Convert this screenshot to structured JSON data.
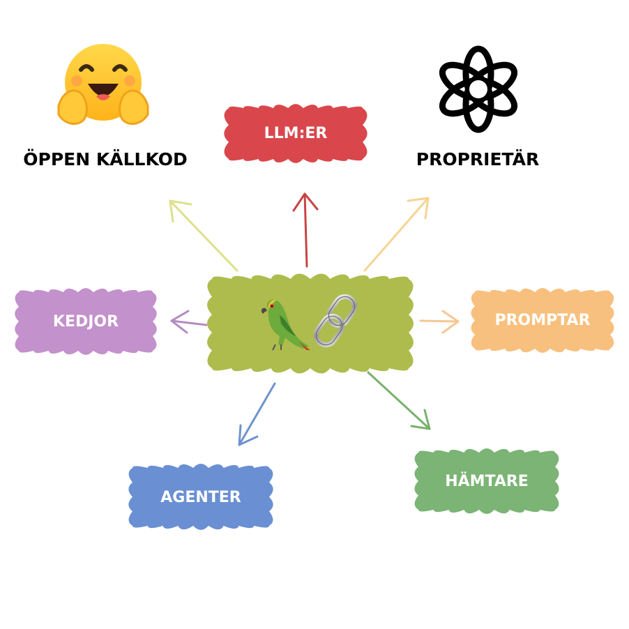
{
  "nodes": {
    "llm": {
      "label": "LLM:ER",
      "color": "#d9474c"
    },
    "kedjor": {
      "label": "KEDJOR",
      "color": "#c391cb"
    },
    "promptar": {
      "label": "PROMPTAR",
      "color": "#f8c07e"
    },
    "agenter": {
      "label": "AGENTER",
      "color": "#6a8fd3"
    },
    "hamtare": {
      "label": "HÄMTARE",
      "color": "#7bb474"
    },
    "center": {
      "color": "#aebc4d",
      "icons": [
        "parrot-icon",
        "link-icon"
      ]
    }
  },
  "captions": {
    "open_source": "ÖPPEN KÄLLKOD",
    "proprietary": "PROPRIETÄR"
  },
  "logos": {
    "open_source": "hugging-face-icon",
    "proprietary": "openai-icon"
  },
  "arrow_colors": {
    "open_source": "#dfe08a",
    "llm": "#c74445",
    "proprietary": "#f6d493",
    "kedjor": "#b48ac2",
    "promptar": "#f5c794",
    "agenter": "#6d93cf",
    "hamtare": "#79b06e"
  }
}
